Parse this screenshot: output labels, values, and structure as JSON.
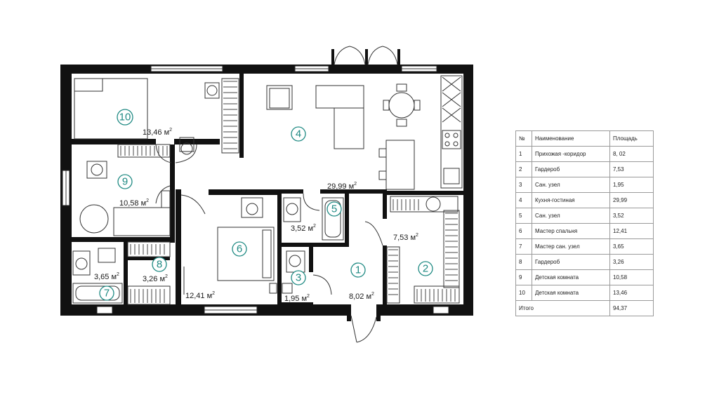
{
  "rooms": [
    {
      "num": "1",
      "area": "8,02"
    },
    {
      "num": "2",
      "area": "7,53"
    },
    {
      "num": "3",
      "area": "1,95"
    },
    {
      "num": "4",
      "area": "29,99"
    },
    {
      "num": "5",
      "area": "3,52"
    },
    {
      "num": "6",
      "area": "12,41"
    },
    {
      "num": "7",
      "area": "3,65"
    },
    {
      "num": "8",
      "area": "3,26"
    },
    {
      "num": "9",
      "area": "10,58"
    },
    {
      "num": "10",
      "area": "13,46"
    }
  ],
  "unit": "м",
  "unit_sup": "2",
  "colors": {
    "accent": "#1f8a83",
    "wall": "#111111"
  },
  "table": {
    "headers": [
      "№",
      "Наименование",
      "Площадь"
    ],
    "rows": [
      [
        "1",
        "Прихожая -коридор",
        "8, 02"
      ],
      [
        "2",
        "Гардероб",
        "7,53"
      ],
      [
        "3",
        "Сан. узел",
        "1,95"
      ],
      [
        "4",
        "Кухня-гостиная",
        "29,99"
      ],
      [
        "5",
        "Сан. узел",
        "3,52"
      ],
      [
        "6",
        "Мастер спальня",
        "12,41"
      ],
      [
        "7",
        "Мастер сан. узел",
        "3,65"
      ],
      [
        "8",
        "Гардероб",
        "3,26"
      ],
      [
        "9",
        "Детская комната",
        "10,58"
      ],
      [
        "10",
        "Детская комната",
        "13,46"
      ]
    ],
    "total_label": "Итого",
    "total_value": "94,37"
  }
}
